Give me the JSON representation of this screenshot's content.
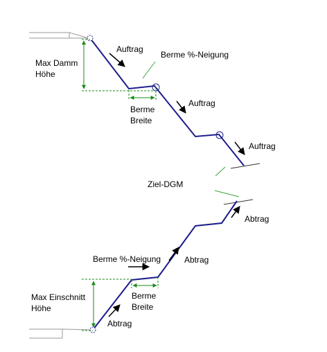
{
  "labels": {
    "max_damm_hoehe_line1": "Max Damm",
    "max_damm_hoehe_line2": "Höhe",
    "auftrag_1": "Auftrag",
    "berme_neigung_top": "Berme %-Neigung",
    "berme_breite_top_line1": "Berme",
    "berme_breite_top_line2": "Breite",
    "auftrag_2": "Auftrag",
    "auftrag_3": "Auftrag",
    "ziel_dgm": "Ziel-DGM",
    "abtrag_1": "Abtrag",
    "abtrag_2": "Abtrag",
    "berme_neigung_bottom": "Berme %-Neigung",
    "max_einschnitt_line1": "Max Einschnitt",
    "max_einschnitt_line2": "Höhe",
    "berme_breite_bottom_line1": "Berme",
    "berme_breite_bottom_line2": "Breite",
    "abtrag_3": "Abtrag"
  },
  "icons": {
    "top_origin": "hinge-point-icon",
    "bottom_origin": "hinge-point-icon",
    "berm_marker": "circle-marker-icon"
  },
  "colors": {
    "slope_line": "#1c1c8c",
    "dimension": "#1a8a1a",
    "ground": "#999999",
    "arrow": "#000000",
    "leader": "#3aa53a"
  }
}
